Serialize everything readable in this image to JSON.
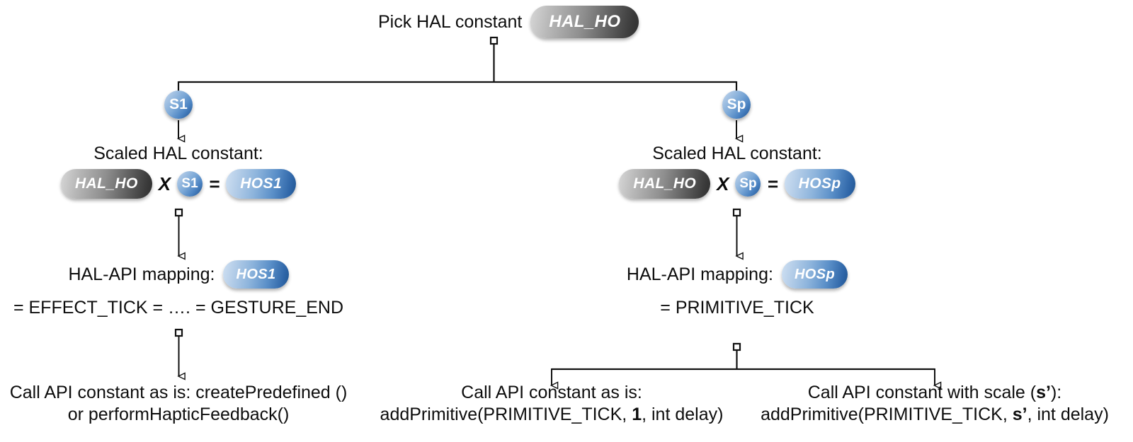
{
  "diagram": {
    "title": "HAL constant to API mapping decision tree",
    "colors": {
      "connector": "#111111",
      "pill_gray_start": "#d7d7d7",
      "pill_gray_end": "#303030",
      "pill_blue_start": "#cfe0f2",
      "pill_blue_end": "#205591",
      "badge_blue_start": "#c6d9ee",
      "badge_blue_end": "#1f5088",
      "text": "#0d0d0d",
      "background": "#ffffff"
    }
  },
  "root": {
    "label": "Pick HAL constant",
    "pill": "HAL_HO"
  },
  "branches": {
    "left_badge": "S1",
    "right_badge": "Sp"
  },
  "left": {
    "scaled": {
      "caption": "Scaled HAL constant:",
      "base_pill": "HAL_HO",
      "multiply_op": "X",
      "scale_badge": "S1",
      "equals_op": "=",
      "result_pill": "HOS1"
    },
    "mapping": {
      "caption": "HAL-API mapping:",
      "pill": "HOS1",
      "expansion": "= EFFECT_TICK = …. = GESTURE_END"
    },
    "leaf": {
      "line1": "Call API constant as is: createPredefined ()",
      "line2": "or performHapticFeedback()"
    }
  },
  "right": {
    "scaled": {
      "caption": "Scaled HAL constant:",
      "base_pill": "HAL_HO",
      "multiply_op": "X",
      "scale_badge": "Sp",
      "equals_op": "=",
      "result_pill": "HOSp"
    },
    "mapping": {
      "caption": "HAL-API mapping:",
      "pill": "HOSp",
      "expansion": "= PRIMITIVE_TICK"
    },
    "leaf_left": {
      "line1": "Call API constant as is:",
      "line2_prefix": "addPrimitive(PRIMITIVE_TICK, ",
      "line2_bold": "1",
      "line2_suffix": ", int delay)"
    },
    "leaf_right": {
      "line1_prefix": "Call API constant with scale (",
      "line1_bold": "s’",
      "line1_suffix": "):",
      "line2_prefix": "addPrimitive(PRIMITIVE_TICK, ",
      "line2_bold": "s’",
      "line2_suffix": ", int delay)"
    }
  }
}
